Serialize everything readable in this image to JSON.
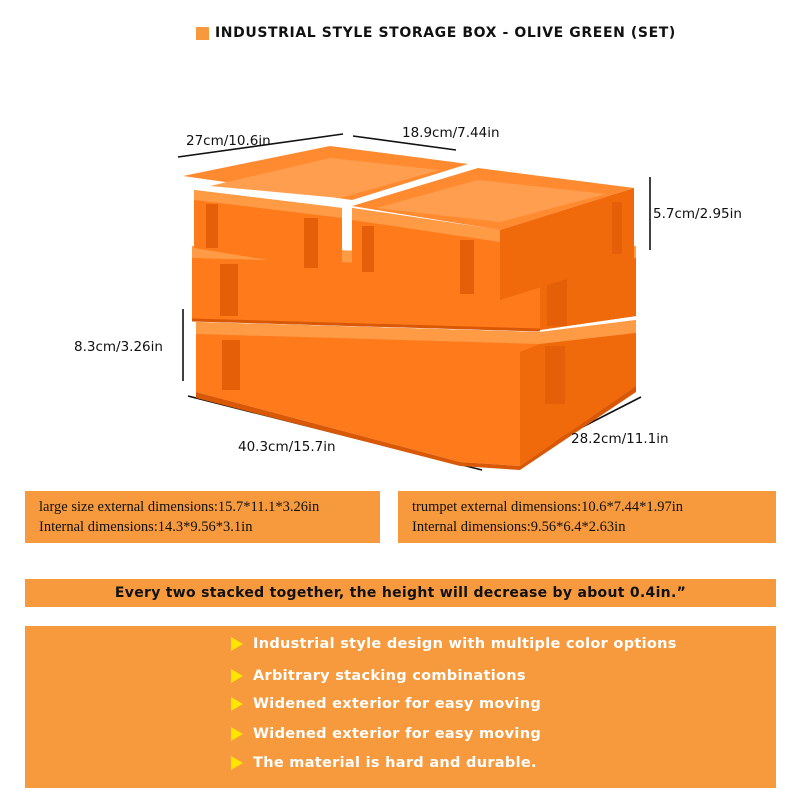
{
  "title": "INDUSTRIAL STYLE STORAGE BOX - OLIVE GREEN (SET)",
  "colors": {
    "accent": "#f79a3e",
    "box": "#ff7a1a",
    "bullet": "#ffe600"
  },
  "dimensions": {
    "small_length": "27cm/10.6in",
    "small_width": "18.9cm/7.44in",
    "small_height": "5.7cm/2.95in",
    "large_height": "8.3cm/3.26in",
    "large_length": "40.3cm/15.7in",
    "large_width": "28.2cm/11.1in"
  },
  "specs": {
    "large": {
      "external": "large size external dimensions:15.7*11.1*3.26in",
      "internal": "Internal dimensions:14.3*9.56*3.1in"
    },
    "small": {
      "external": "trumpet external dimensions:10.6*7.44*1.97in",
      "internal": "Internal dimensions:9.56*6.4*2.63in"
    }
  },
  "stack_note": "Every two stacked together, the height will decrease by about 0.4in.”",
  "features": [
    "Industrial style design with multiple color options",
    "Arbitrary stacking combinations",
    "Widened exterior for easy moving",
    "Widened exterior for easy moving",
    "The material is hard and durable."
  ]
}
